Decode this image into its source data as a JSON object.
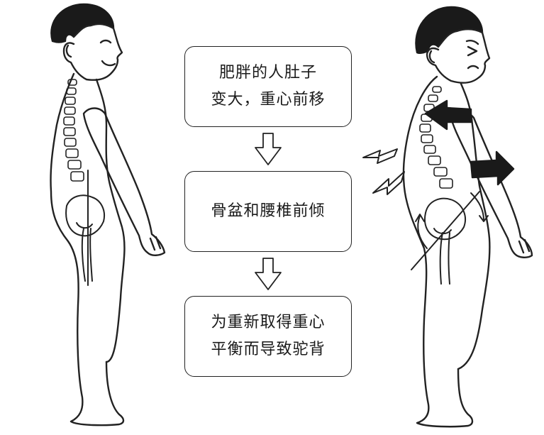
{
  "steps": [
    {
      "lines": [
        "肥胖的人肚子",
        "变大，重心前移"
      ]
    },
    {
      "lines": [
        "骨盆和腰椎前倾"
      ]
    },
    {
      "lines": [
        "为重新取得重心",
        "平衡而导致驼背"
      ]
    }
  ],
  "figures": {
    "left": "normal-posture-figure",
    "right": "obese-posture-figure"
  },
  "colors": {
    "line": "#222222",
    "fill": "#ffffff",
    "arrow": "#1a1a1a"
  }
}
